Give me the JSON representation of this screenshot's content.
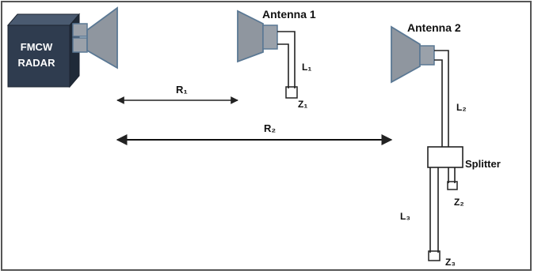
{
  "radar": {
    "label_line1": "FMCW",
    "label_line2": "RADAR"
  },
  "antennas": [
    {
      "label": "Antenna 1"
    },
    {
      "label": "Antenna 2"
    }
  ],
  "distances": {
    "r1": "R₁",
    "r2": "R₂"
  },
  "cables": {
    "l1": "L₁",
    "l2": "L₂",
    "l3": "L₃"
  },
  "loads": {
    "z1": "Z₁",
    "z2": "Z₂",
    "z3": "Z₃"
  },
  "splitter": {
    "label": "Splitter"
  },
  "colors": {
    "radar_box": "#2f3c4f",
    "horn_fill": "#8f969f",
    "horn_stroke": "#5a7894",
    "line": "#222222",
    "frame": "#555555"
  }
}
